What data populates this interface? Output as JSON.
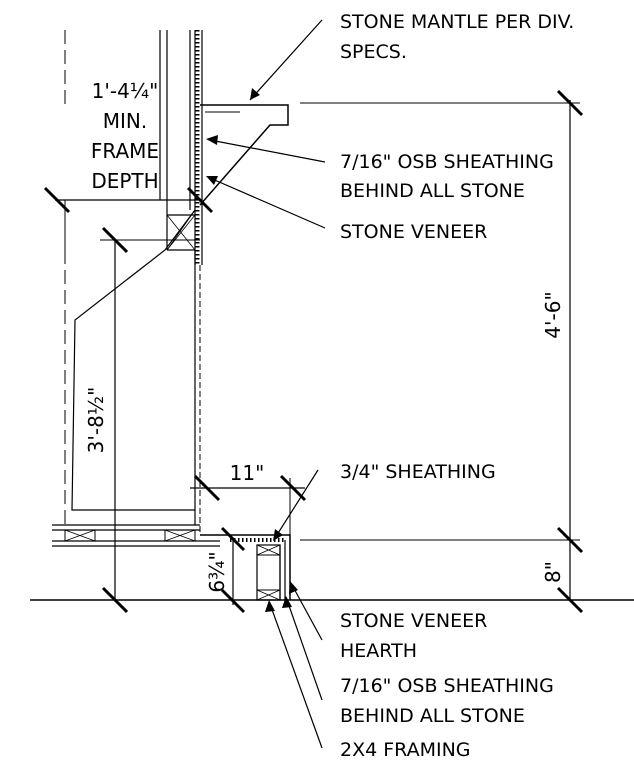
{
  "callouts": {
    "mantle_1": "STONE MANTLE PER DIV.",
    "mantle_2": "SPECS.",
    "osb_top_1": "7/16\" OSB SHEATHING",
    "osb_top_2": "BEHIND ALL STONE",
    "veneer": "STONE VENEER",
    "sheathing": "3/4\" SHEATHING",
    "hearth_1": "STONE VENEER",
    "hearth_2": "HEARTH",
    "osb_bottom_1": "7/16\" OSB SHEATHING",
    "osb_bottom_2": "BEHIND ALL STONE",
    "framing": "2X4 FRAMING"
  },
  "dimensions": {
    "frame_depth_1": "1'-4¼\"",
    "frame_depth_2": "MIN.",
    "frame_depth_3": "FRAME",
    "frame_depth_4": "DEPTH",
    "firebox_height": "3'-8½\"",
    "hearth_width": "11\"",
    "hearth_rise": "6¾\"",
    "mantle_height": "4'-6\"",
    "hearth_height": "8\""
  },
  "colors": {
    "line": "#000000",
    "background": "#ffffff"
  }
}
